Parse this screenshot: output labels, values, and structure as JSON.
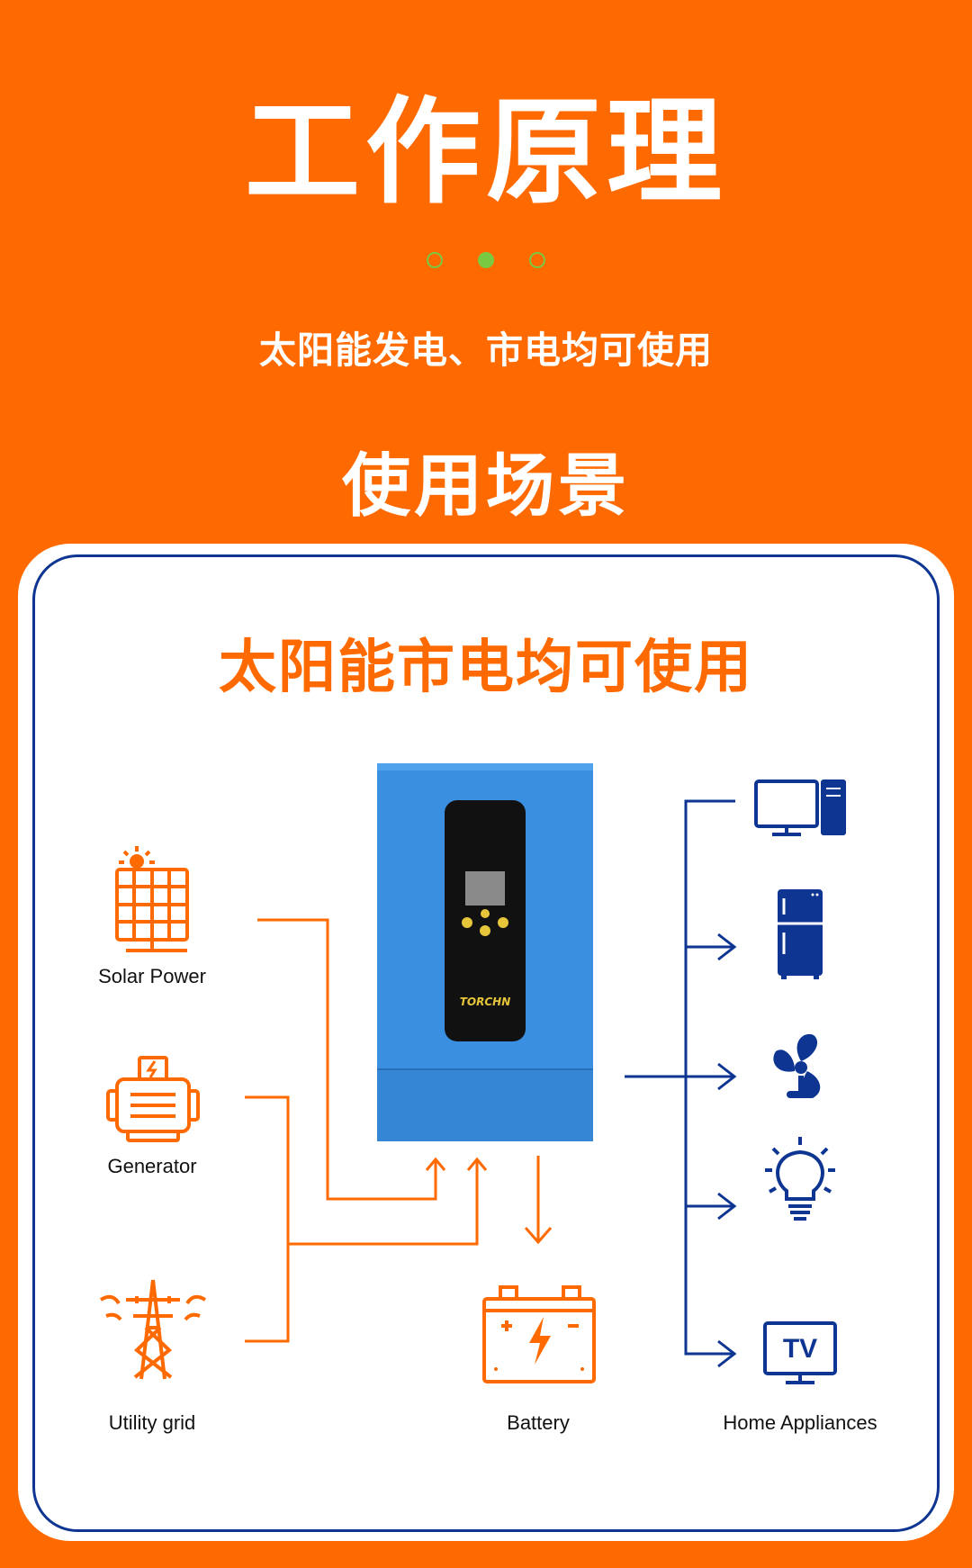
{
  "header": {
    "title": "工作原理",
    "subtitle": "太阳能发电、市电均可使用",
    "section_title": "使用场景"
  },
  "card": {
    "title": "太阳能市电均可使用",
    "sources": [
      "Solar Power",
      "Generator",
      "Utility grid"
    ],
    "storage": "Battery",
    "output": "Home Appliances",
    "inverter_brand": "TORCHN",
    "tv_text": "TV"
  },
  "colors": {
    "background": "#ff6a00",
    "accent_green": "#7ac943",
    "navy": "#0d3591",
    "inverter_blue": "#3a8fe0"
  }
}
